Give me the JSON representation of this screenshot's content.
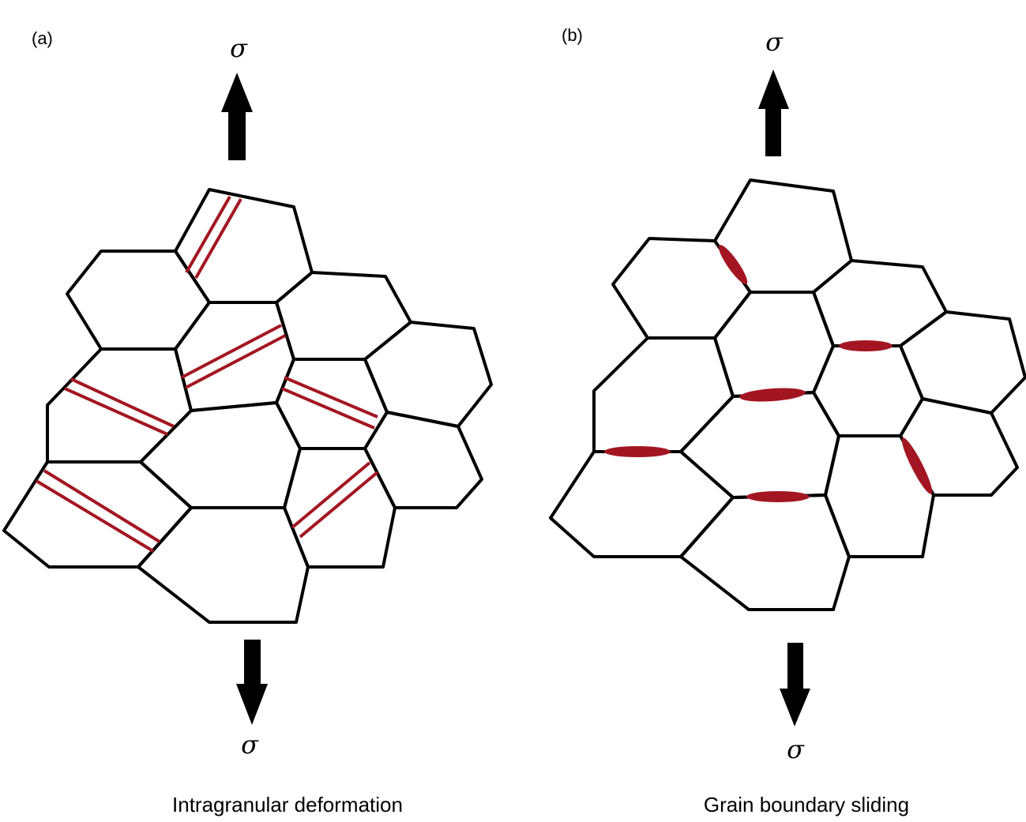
{
  "panels": [
    {
      "label": "(a)",
      "stress_top": "σ",
      "stress_bottom": "σ",
      "caption": "Intragranular deformation"
    },
    {
      "label": "(b)",
      "stress_top": "σ",
      "stress_bottom": "σ",
      "caption": "Grain boundary sliding"
    }
  ],
  "colors": {
    "grain_boundary": "#000000",
    "deformation_marks": "#a31621",
    "arrow": "#000000"
  }
}
